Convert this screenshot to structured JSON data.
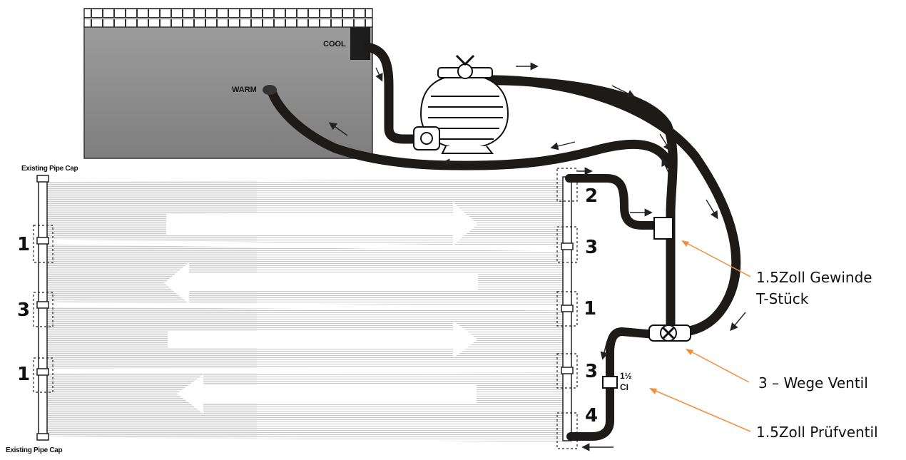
{
  "pool": {
    "cool_label": "COOL",
    "warm_label": "WARM"
  },
  "caps": {
    "top": "Existing Pipe Cap",
    "bottom": "Existing Pipe Cap"
  },
  "left_numbers": [
    "1",
    "3",
    "1"
  ],
  "right_numbers": [
    "2",
    "3",
    "1",
    "3",
    "4"
  ],
  "callouts": {
    "tee_line1": "1.5Zoll Gewinde",
    "tee_line2": "T-Stück",
    "valve": "3 – Wege Ventil",
    "check_valve": "1.5Zoll Prüfventil"
  },
  "check_valve_tag": [
    "1½",
    "CI"
  ],
  "colors": {
    "hose": "#1e1a17",
    "pool": "#8f8f8f",
    "panel_stripe": "#c4c4c4",
    "callout_line": "#f0903a"
  }
}
